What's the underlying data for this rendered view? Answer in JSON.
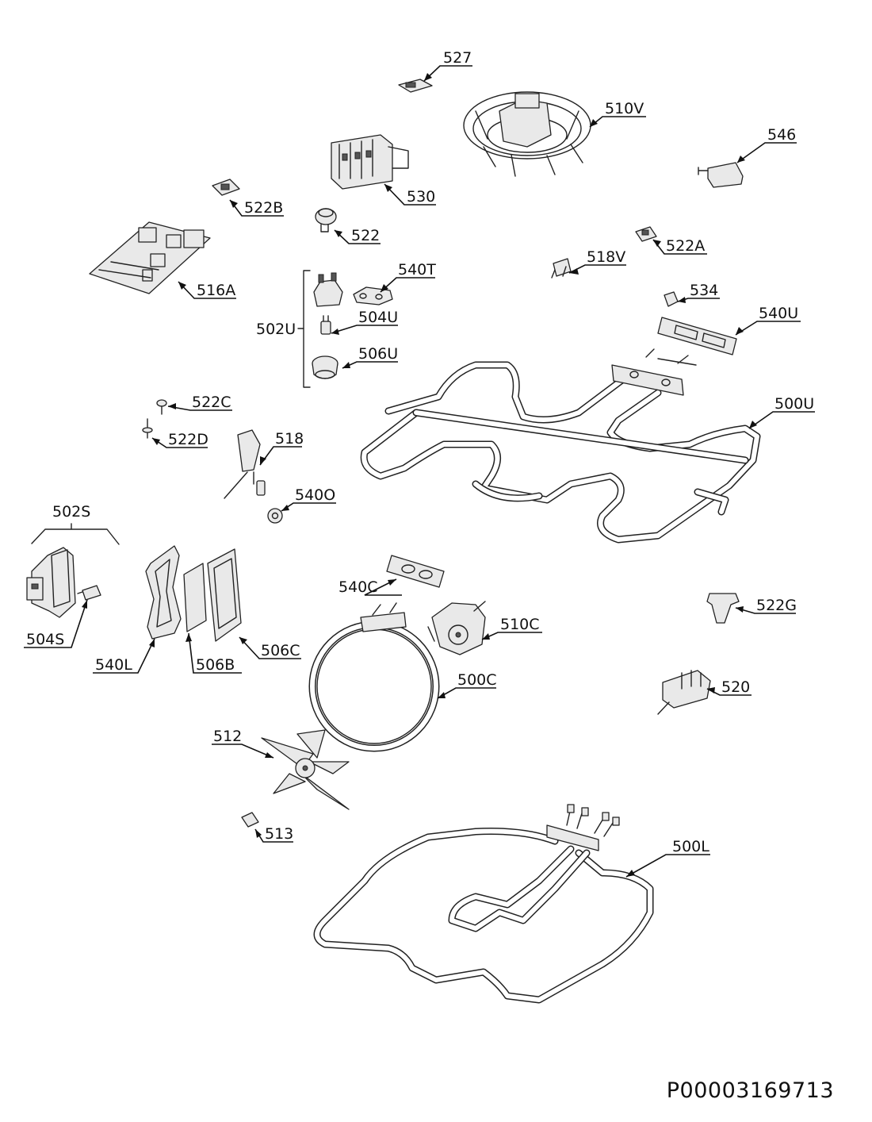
{
  "document_number": "P00003169713",
  "callouts": {
    "c527": "527",
    "c510V": "510V",
    "c546": "546",
    "c530": "530",
    "c522B": "522B",
    "c522": "522",
    "c522A": "522A",
    "c518V": "518V",
    "c516A": "516A",
    "c540T": "540T",
    "c502U": "502U",
    "c504U": "504U",
    "c506U": "506U",
    "c534": "534",
    "c540U": "540U",
    "c522C": "522C",
    "c500U": "500U",
    "c522D": "522D",
    "c518": "518",
    "c540O": "540O",
    "c502S": "502S",
    "c540C": "540C",
    "c510C": "510C",
    "c522G": "522G",
    "c504S": "504S",
    "c540L": "540L",
    "c506B": "506B",
    "c506C": "506C",
    "c500C": "500C",
    "c520": "520",
    "c512": "512",
    "c513": "513",
    "c500L": "500L"
  }
}
